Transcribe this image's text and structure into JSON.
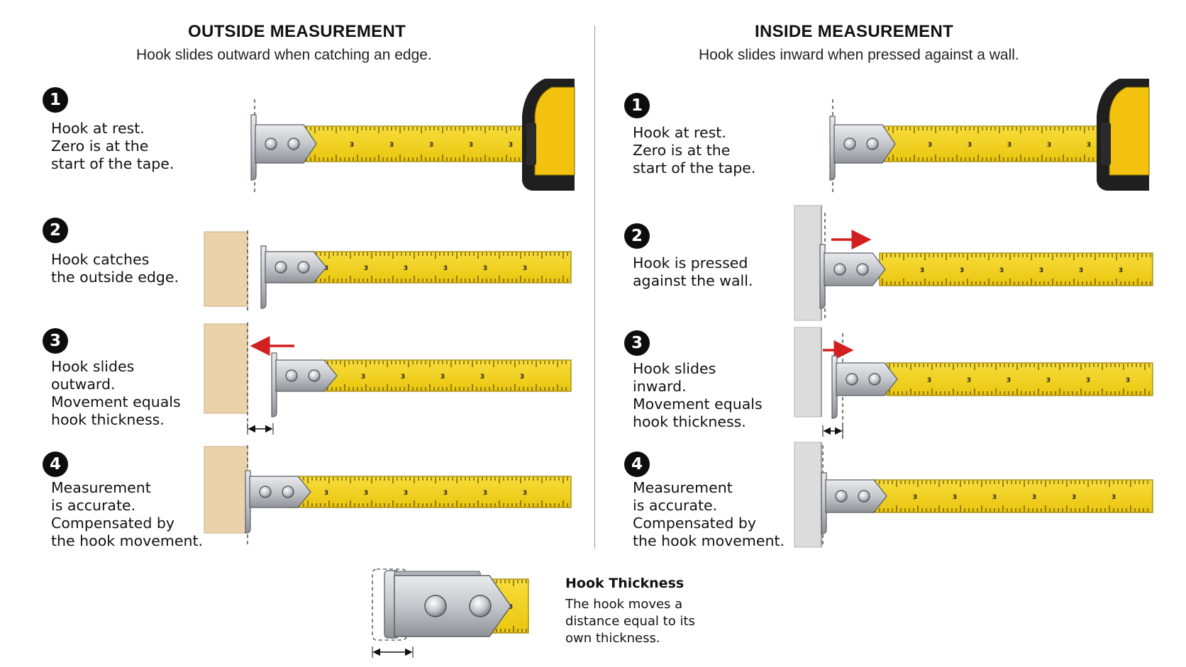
{
  "outside": {
    "title": "OUTSIDE MEASUREMENT",
    "subtitle": "Hook slides outward when catching an edge.",
    "steps": [
      {
        "number": "1",
        "lines": [
          "Hook at rest.",
          "Zero is at the",
          "start of the tape."
        ]
      },
      {
        "number": "2",
        "lines": [
          "Hook catches",
          "the outside edge."
        ]
      },
      {
        "number": "3",
        "lines": [
          "Hook slides",
          "outward.",
          "Movement equals",
          "hook thickness."
        ]
      },
      {
        "number": "4",
        "lines": [
          "Measurement",
          "is accurate.",
          "Compensated by",
          "the hook movement."
        ]
      }
    ]
  },
  "inside": {
    "title": "INSIDE MEASUREMENT",
    "subtitle": "Hook slides inward when pressed against a wall.",
    "steps": [
      {
        "number": "1",
        "lines": [
          "Hook at rest.",
          "Zero is at the",
          "start of the tape."
        ]
      },
      {
        "number": "2",
        "lines": [
          "Hook is pressed",
          "against the wall."
        ]
      },
      {
        "number": "3",
        "lines": [
          "Hook slides",
          "inward.",
          "Movement equals",
          "hook thickness."
        ]
      },
      {
        "number": "4",
        "lines": [
          "Measurement",
          "is accurate.",
          "Compensated by",
          "the hook movement."
        ]
      }
    ]
  },
  "hook_note": {
    "title": "Hook Thickness",
    "lines": [
      "The hook moves a",
      "distance equal to its",
      "own thickness."
    ]
  },
  "tape_numeral": "3",
  "colors": {
    "tape_yellow": "#f3d21c",
    "tape_edge": "#9a7d00",
    "hook_metal": "#c4c7cb",
    "wood": "#ead2ab",
    "wall": "#dcdcdc",
    "arrow_red": "#d21f1f",
    "case_black": "#1f1f1f"
  },
  "icons": [
    "step-number-badge",
    "red-arrow-left-icon",
    "red-arrow-right-icon",
    "double-arrow-dimension-icon",
    "tape-case-icon"
  ]
}
